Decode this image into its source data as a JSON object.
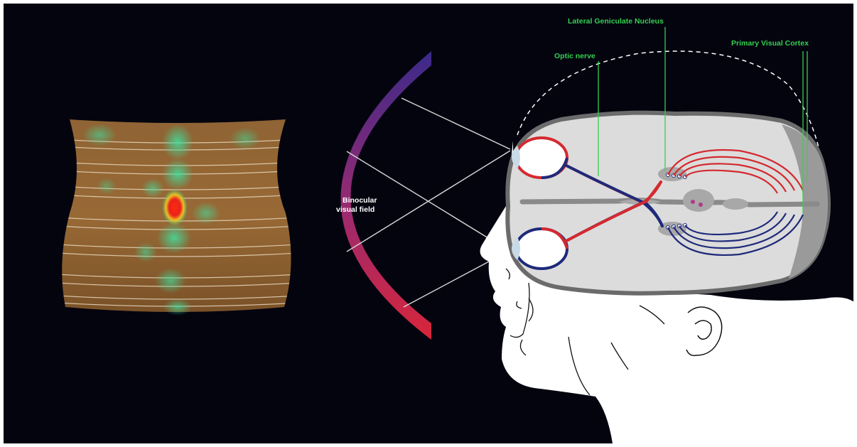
{
  "labels": {
    "binocular_line1": "Binocular",
    "binocular_line2": "visual field",
    "optic_nerve": "Optic nerve",
    "lgn": "Lateral Geniculate Nucleus",
    "v1": "Primary Visual Cortex"
  },
  "colors": {
    "background": "#04040f",
    "label_green": "#35d050",
    "label_white": "#ffffff",
    "left_eye_pathway_red": "#d42a2f",
    "right_eye_pathway_blue": "#1f2a7a",
    "brain_fill": "#dcdcdc",
    "field_arc_top": "#3b2a8a",
    "field_arc_bottom": "#d8263a",
    "heatmap_hotspot": "#e8221c",
    "heatmap_glow": "#2fcf8a",
    "vessel_body": "#b07a3a"
  },
  "icons": {
    "vessel": "decorated-beaker-pot-heatmap",
    "head": "human-head-profile",
    "brain": "brain-top-view-visual-pathway"
  }
}
